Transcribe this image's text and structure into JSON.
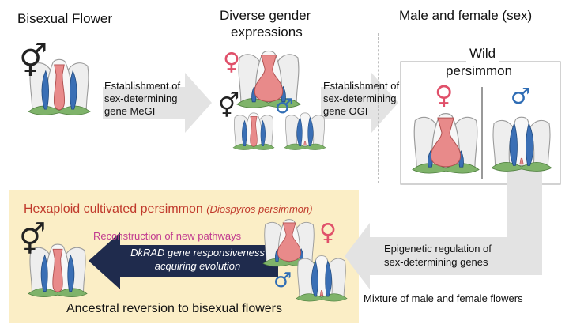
{
  "columns": {
    "bisexual": "Bisexual Flower",
    "diverse_line1": "Diverse gender",
    "diverse_line2": "expressions",
    "sex": "Male and female (sex)"
  },
  "wild_box": {
    "line1": "Wild",
    "line2": "persimmon"
  },
  "arrows": {
    "megi_line1": "Establishment of",
    "megi_line2": "sex-determining",
    "megi_line3": "gene MeGI",
    "ogi_line1": "Establishment of",
    "ogi_line2": "sex-determining",
    "ogi_line3": "gene OGI",
    "epi_line1": "Epigenetic regulation of",
    "epi_line2": "sex-determining genes"
  },
  "hexaploid": {
    "title_main": "Hexaploid cultivated persimmon",
    "title_species": "(Diospyros persimmon)",
    "reconstruction": "Reconstruction of new pathways",
    "dkrad_line1": "DkRAD gene responsiveness",
    "dkrad_line2": "acquiring evolution",
    "reversion": "Ancestral reversion to bisexual flowers"
  },
  "mixture": "Mixture of male and female flowers",
  "symbols": {
    "bisexual": "⚥",
    "female": "♀",
    "male": "♂"
  },
  "colors": {
    "pistil": "#e88a8a",
    "stamen": "#3a6fb5",
    "petal": "#eeeeee",
    "leaf": "#7fb36a",
    "female_symbol": "#e0506a",
    "male_symbol": "#2f6db5",
    "title_red": "#c0392b",
    "magenta": "#c13a8f",
    "navy_arrow": "#1f2b4d",
    "panel_bg": "#fbeec6",
    "gray_arrow": "#e3e3e3"
  }
}
